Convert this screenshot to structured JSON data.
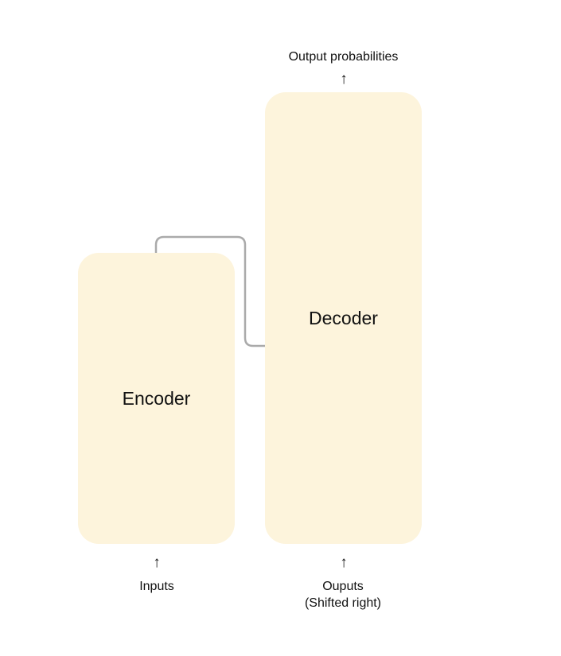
{
  "encoder": {
    "label": "Encoder"
  },
  "decoder": {
    "label": "Decoder"
  },
  "output": {
    "arrow": "↑",
    "label": "Output probabilities"
  },
  "inputs": {
    "arrow": "↑",
    "label": "Inputs"
  },
  "outputs": {
    "arrow": "↑",
    "label_line1": "Ouputs",
    "label_line2": "(Shifted right)"
  },
  "colors": {
    "block_fill": "#fdf4dc",
    "connector": "#aaaaaa",
    "text": "#111111"
  }
}
